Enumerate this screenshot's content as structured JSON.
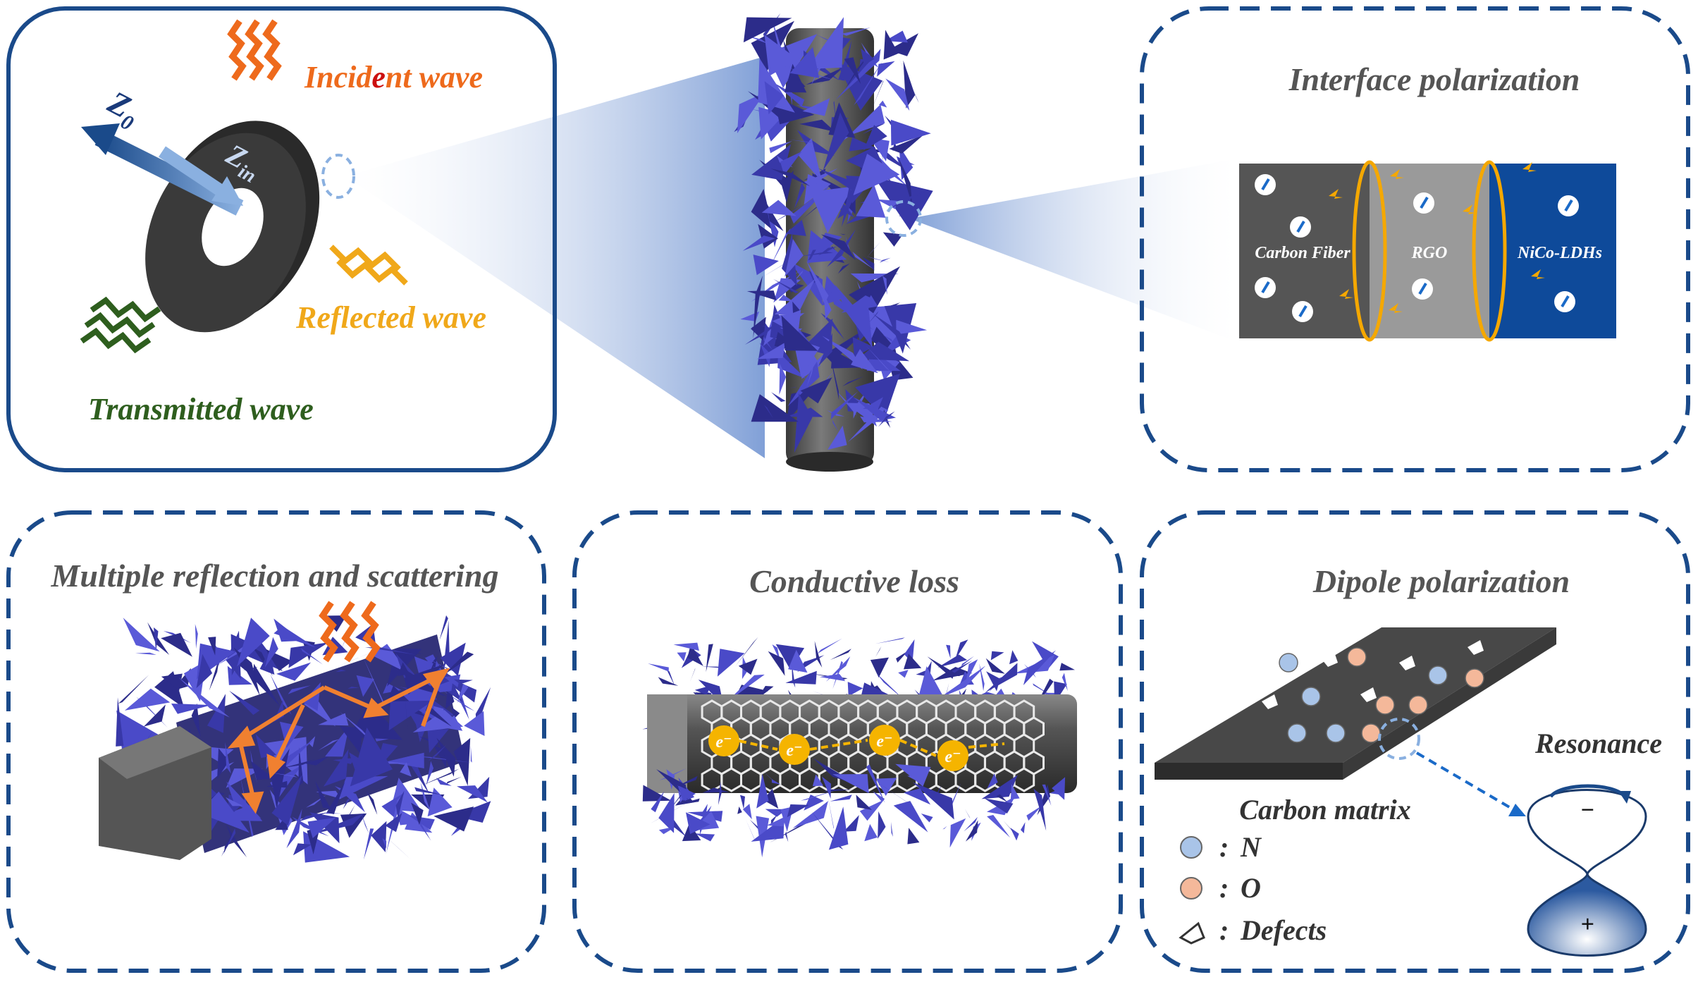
{
  "colors": {
    "frame": "#1a4a8a",
    "incident": "#ee6a1c",
    "reflected": "#f0a81a",
    "transmitted": "#2e5e1e",
    "flake": "#4a4ac8",
    "flake_dark": "#2c2c8a",
    "fiber": "#404040",
    "electron": "#f5b400",
    "arrow_orange": "#f08030",
    "n_dot": "#a9c4e8",
    "o_dot": "#f4b89a",
    "cf_region": "#555555",
    "rgo_region": "#9a9a9a",
    "ldh_region": "#0e4a9a",
    "loop": "#f5a800"
  },
  "icons": [
    "ring-absorber-icon",
    "incident-wave-icon",
    "reflected-wave-icon",
    "transmitted-wave-icon",
    "flake-fiber-icon",
    "electron-icon",
    "dipole-icon",
    "defect-icon"
  ],
  "panel_wave": {
    "z0": "Z",
    "z0_sub": "0",
    "zin": "Z",
    "zin_sub": "in",
    "incident_a": "Incid",
    "incident_b": "e",
    "incident_c": "nt wave",
    "reflected": "Reflected wave",
    "transmitted": "Transmitted wave"
  },
  "panel_interface": {
    "title": "Interface polarization",
    "carbon_fiber": "Carbon Fiber",
    "rgo": "RGO",
    "ldh": "NiCo-LDHs"
  },
  "panel_multiple": {
    "title": "Multiple reflection and scattering"
  },
  "panel_conductive": {
    "title": "Conductive loss",
    "electron": "e⁻"
  },
  "panel_dipole": {
    "title": "Dipole polarization",
    "resonance": "Resonance",
    "carbon_matrix": "Carbon matrix",
    "n_label": "N",
    "o_label": "O",
    "defects_label": "Defects",
    "colon": ":",
    "minus": "−",
    "plus": "+"
  }
}
